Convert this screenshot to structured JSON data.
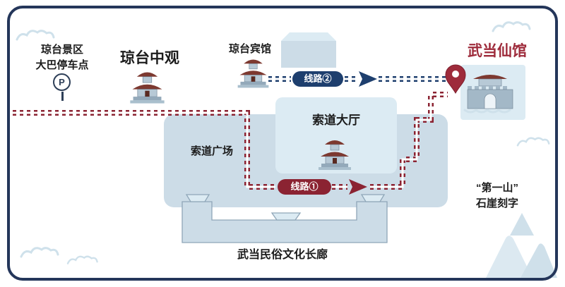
{
  "map": {
    "parking": {
      "line1": "琼台景区",
      "line2": "大巴停车点",
      "symbol": "P"
    },
    "sites": {
      "zhongguan": "琼台中观",
      "hotel": "琼台宾馆",
      "xianguan": "武当仙馆",
      "hall": "索道大厅",
      "plaza": "索道广场",
      "corridor": "武当民俗文化长廊",
      "cliff_line1": "“第一山”",
      "cliff_line2": "石崖刻字"
    },
    "routes": {
      "route1": "线路①",
      "route2": "线路②"
    }
  },
  "colors": {
    "border": "#24365a",
    "route1": "#8b2332",
    "route2": "#1e3f6e",
    "accent": "#9e2b3b",
    "plaza": "#ccdce7",
    "block": "#dcebf3",
    "cloud": "#cfe1eb"
  }
}
